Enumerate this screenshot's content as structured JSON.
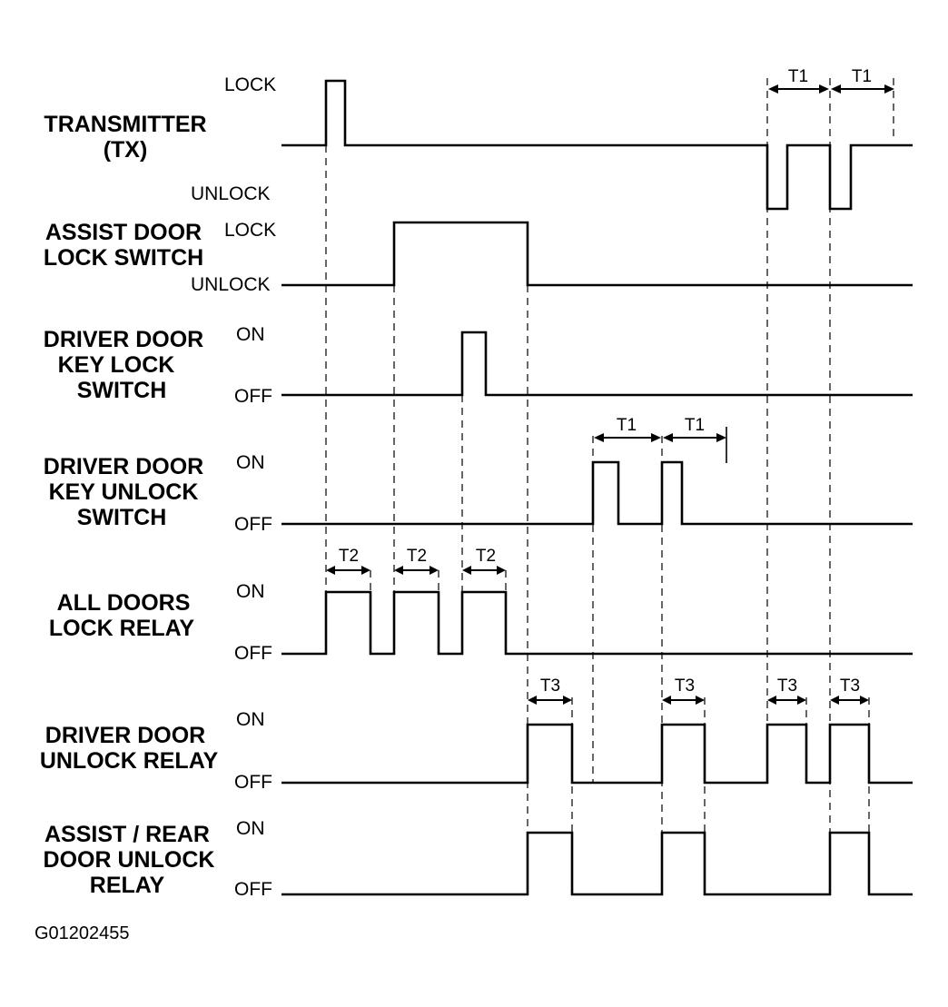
{
  "figure_id": "G01202455",
  "signals": [
    {
      "key": "tx",
      "name_lines": [
        "TRANSMITTER",
        "(TX)"
      ],
      "high_state": "LOCK",
      "low_state": "UNLOCK"
    },
    {
      "key": "assist_lock",
      "name_lines": [
        "ASSIST DOOR",
        "LOCK SWITCH"
      ],
      "high_state": "LOCK",
      "low_state": "UNLOCK"
    },
    {
      "key": "driver_key_lock",
      "name_lines": [
        "DRIVER DOOR",
        "KEY LOCK",
        "SWITCH"
      ],
      "high_state": "ON",
      "low_state": "OFF"
    },
    {
      "key": "driver_key_unlock",
      "name_lines": [
        "DRIVER DOOR",
        "KEY UNLOCK",
        "SWITCH"
      ],
      "high_state": "ON",
      "low_state": "OFF"
    },
    {
      "key": "all_lock_relay",
      "name_lines": [
        "ALL DOORS",
        "LOCK RELAY"
      ],
      "high_state": "ON",
      "low_state": "OFF"
    },
    {
      "key": "driver_unlock_relay",
      "name_lines": [
        "DRIVER DOOR",
        "UNLOCK RELAY"
      ],
      "high_state": "ON",
      "low_state": "OFF"
    },
    {
      "key": "assist_rear_unlock_relay",
      "name_lines": [
        "ASSIST / REAR",
        "DOOR UNLOCK",
        "RELAY"
      ],
      "high_state": "ON",
      "low_state": "OFF"
    }
  ],
  "timing_labels": {
    "t1": "T1",
    "t2": "T2",
    "t3": "T3"
  }
}
